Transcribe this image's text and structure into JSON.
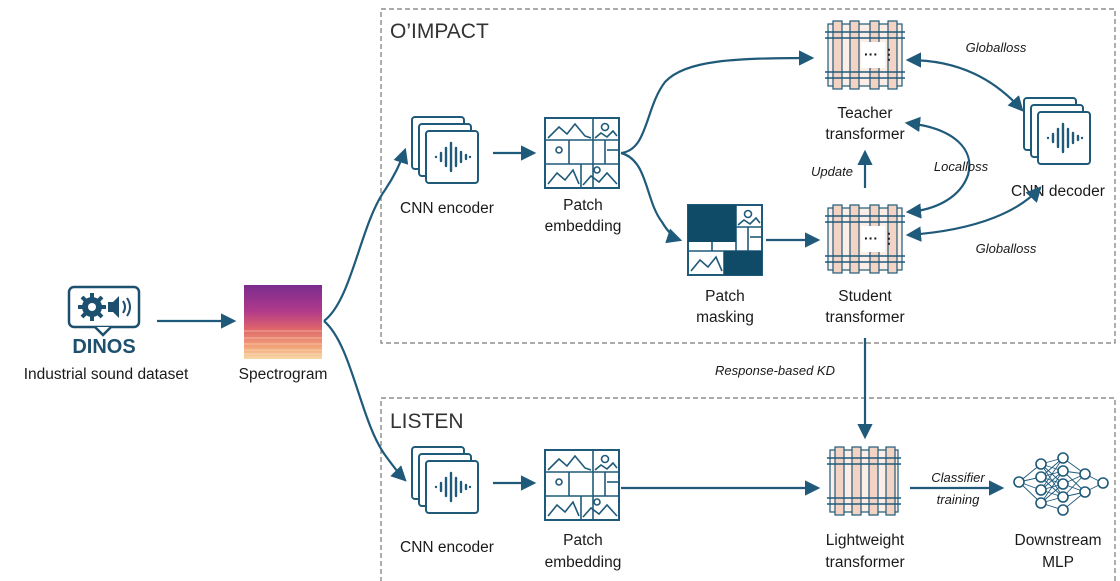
{
  "sections": {
    "top_title": "O’IMPACT",
    "bottom_title": "LISTEN"
  },
  "nodes": {
    "dinos_logo_text": "DINOS",
    "dataset": "Industrial sound dataset",
    "spectrogram": "Spectrogram",
    "cnn_encoder_top": "CNN encoder",
    "patch_embedding_top_1": "Patch",
    "patch_embedding_top_2": "embedding",
    "patch_masking_1": "Patch",
    "patch_masking_2": "masking",
    "teacher_1": "Teacher",
    "teacher_2": "transformer",
    "student_1": "Student",
    "student_2": "transformer",
    "cnn_decoder": "CNN decoder",
    "cnn_encoder_bottom": "CNN encoder",
    "patch_embedding_bottom_1": "Patch",
    "patch_embedding_bottom_2": "embedding",
    "lightweight_1": "Lightweight",
    "lightweight_2": "transformer",
    "downstream_1": "Downstream",
    "downstream_2": "MLP"
  },
  "edge_labels": {
    "global_loss_top": "Globalloss",
    "global_loss_bottom": "Globalloss",
    "local_loss": "Localloss",
    "update": "Update",
    "kd": "Response-based KD",
    "classifier_1": "Classifier",
    "classifier_2": "training"
  },
  "colors": {
    "accent": "#1f5a7a",
    "logo": "#1d4f6e",
    "transformer_fill": "#f3d4c4"
  }
}
